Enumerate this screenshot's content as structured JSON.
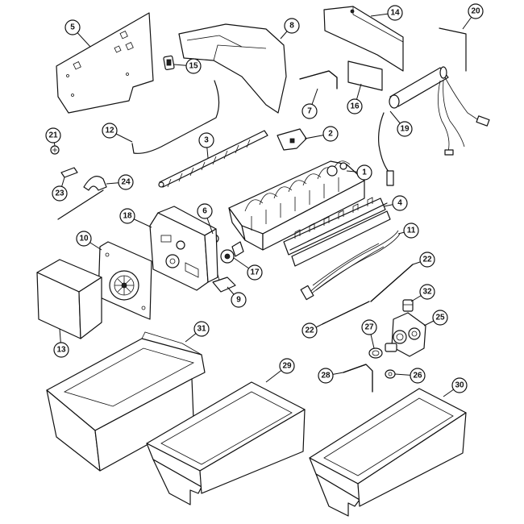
{
  "callouts": [
    "1",
    "2",
    "3",
    "4",
    "5",
    "6",
    "7",
    "8",
    "9",
    "10",
    "11",
    "12",
    "13",
    "14",
    "15",
    "16",
    "17",
    "18",
    "19",
    "20",
    "21",
    "22",
    "22",
    "23",
    "24",
    "25",
    "26",
    "27",
    "28",
    "29",
    "30",
    "31",
    "32"
  ]
}
